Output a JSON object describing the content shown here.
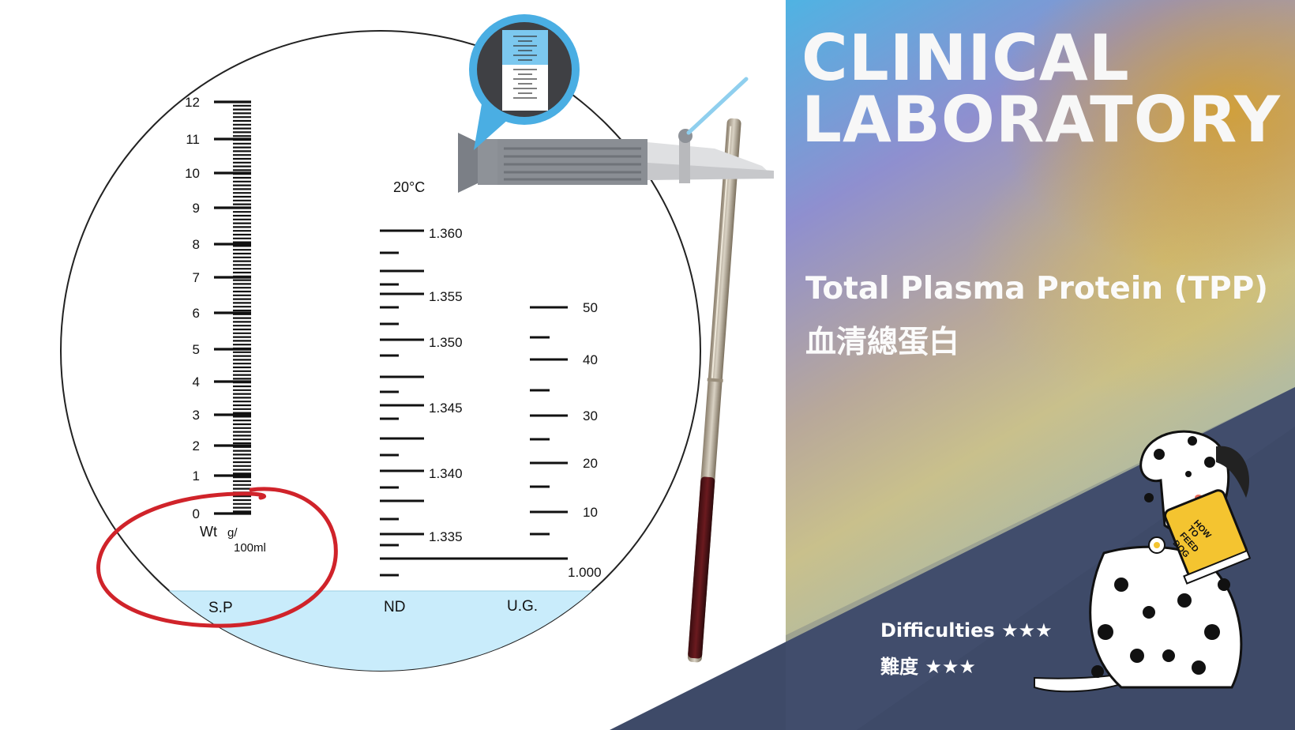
{
  "banner": {
    "title_line1": "CLINICAL",
    "title_line2": "LABORATORY",
    "subtitle_en": "Total Plasma Protein (TPP)",
    "subtitle_zh": "血清總蛋白",
    "difficulty_en": "Difficulties ★★★",
    "difficulty_zh": "難度 ★★★"
  },
  "refractometer": {
    "temperature": "20°C",
    "sp_scale_labels": [
      "12",
      "11",
      "10",
      "9",
      "8",
      "7",
      "6",
      "5",
      "4",
      "3",
      "2",
      "1",
      "0"
    ],
    "sp_unit_wt": "Wt",
    "sp_unit_g": "g/",
    "sp_unit_ml": "100ml",
    "nd_scale_labels": [
      "1.360",
      "1.355",
      "1.350",
      "1.345",
      "1.340",
      "1.335"
    ],
    "ug_scale_labels": [
      "50",
      "40",
      "30",
      "20",
      "10",
      "1.000"
    ],
    "column_sp": "S.P",
    "column_nd": "ND",
    "column_ug": "U.G.",
    "circled_scale": "S.P"
  },
  "book_text": {
    "line1": "HOW",
    "line2": "TO",
    "line3": "FEED",
    "line4": "DOG"
  },
  "colors": {
    "liquid": "#c9ecfb",
    "annotation_circle": "#d0232a",
    "bottom_panel": "#3e4a68",
    "book": "#f4c430"
  },
  "icons": [
    "refractometer-icon",
    "capillary-tube-icon",
    "dalmatian-dog-illustration"
  ]
}
